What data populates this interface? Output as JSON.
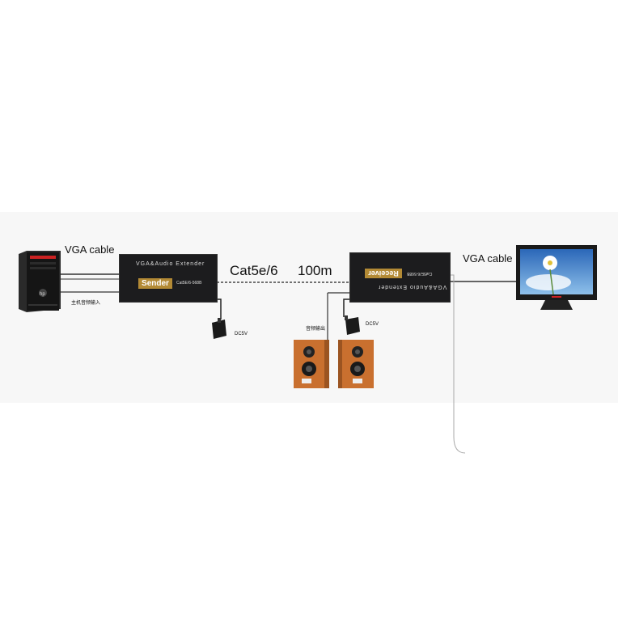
{
  "labels": {
    "vga_cable_left": "VGA cable",
    "vga_cable_right": "VGA cable",
    "cat": "Cat5e/6",
    "distance": "100m",
    "host_audio_input": "主机音频输入",
    "audio_output": "音频输出",
    "dc_left": "DC5V",
    "dc_right": "DC5V"
  },
  "sender": {
    "top_text": "VGA&Audio Extender",
    "badge": "Sender",
    "model": "Cat5E/6-568B"
  },
  "receiver": {
    "top_text": "VGA&Audio Extender",
    "badge": "Receiver",
    "model": "Cat5E/6-568B"
  },
  "colors": {
    "device_body": "#1c1c1e",
    "badge_gold": "#b38a35",
    "speaker_wood": "#c9702f",
    "cable": "#222222"
  }
}
